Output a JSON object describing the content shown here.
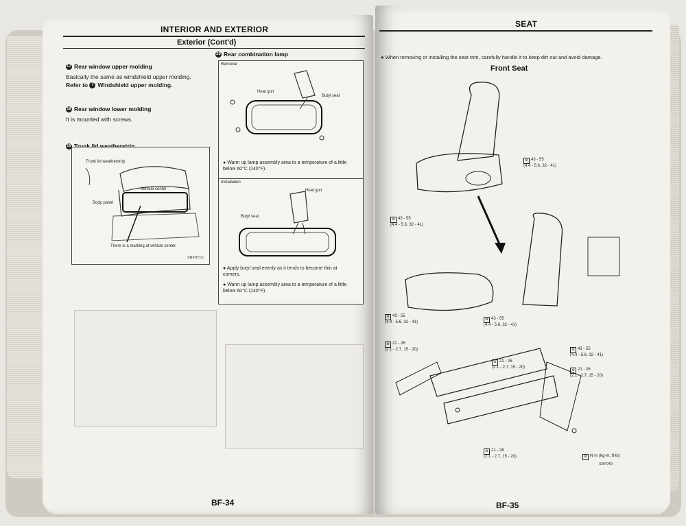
{
  "left_page": {
    "section_header": "INTERIOR AND EXTERIOR",
    "subheader": "Exterior (Cont'd)",
    "items": [
      {
        "num": "17",
        "title": "Rear window upper molding",
        "lines": [
          "Basically the same as windshield upper molding.",
          "Refer to ",
          "Windshield upper molding."
        ],
        "ref_num": "7"
      },
      {
        "num": "18",
        "title": "Rear window lower molding",
        "lines": [
          "It is mounted with screws."
        ]
      },
      {
        "num": "19",
        "title": "Trunk lid weatherstrip"
      }
    ],
    "trunk_figure": {
      "labels": [
        "Trunk lid weatherstrip",
        "Vehicle center",
        "Body panel",
        "There is a marking at vehicle center."
      ],
      "code": "SRF971C"
    },
    "lamp": {
      "num": "20",
      "title": "Rear combination lamp",
      "removal_label": "Removal",
      "removal_parts": [
        "Heat gun",
        "Butyl seal"
      ],
      "removal_bullet": "Warm up lamp assembly area to a temperature of a little below 60°C (140°F).",
      "installation_label": "Installation",
      "installation_parts": [
        "Heat gun",
        "Butyl seal"
      ],
      "installation_bullets": [
        "Apply butyl seal evenly as it tends to become thin at corners.",
        "Warm up lamp assembly area to a temperature of a little below 60°C (140°F)."
      ]
    },
    "footer": "BF-34"
  },
  "right_page": {
    "section_header": "SEAT",
    "note": "When removing or installing the seat trim, carefully handle it to keep dirt out and avoid damage.",
    "figure_title": "Front Seat",
    "torques": [
      {
        "v": "43 - 55",
        "u": "(4.4 - 5.6, 32 - 41)"
      },
      {
        "v": "43 - 55",
        "u": "(4.4 - 5.6, 32 - 41)"
      },
      {
        "v": "43 - 55",
        "u": "(4.4 - 5.6, 32 - 41)"
      },
      {
        "v": "43 - 55",
        "u": "(4.4 - 5.6, 32 - 41)"
      },
      {
        "v": "43 - 55",
        "u": "(4.4 - 5.6, 32 - 41)"
      },
      {
        "v": "21 - 26",
        "u": "(2.1 - 2.7, 15 - 20)"
      },
      {
        "v": "21 - 26",
        "u": "(2.1 - 2.7, 15 - 20)"
      },
      {
        "v": "21 - 26",
        "u": "(2.1 - 2.7, 15 - 20)"
      },
      {
        "v": "21 - 26",
        "u": "(2.1 - 2.7, 15 - 20)"
      }
    ],
    "unit_note": "N·m (kg-m, ft-lb)",
    "code": "SBF049",
    "footer": "BF-35"
  }
}
